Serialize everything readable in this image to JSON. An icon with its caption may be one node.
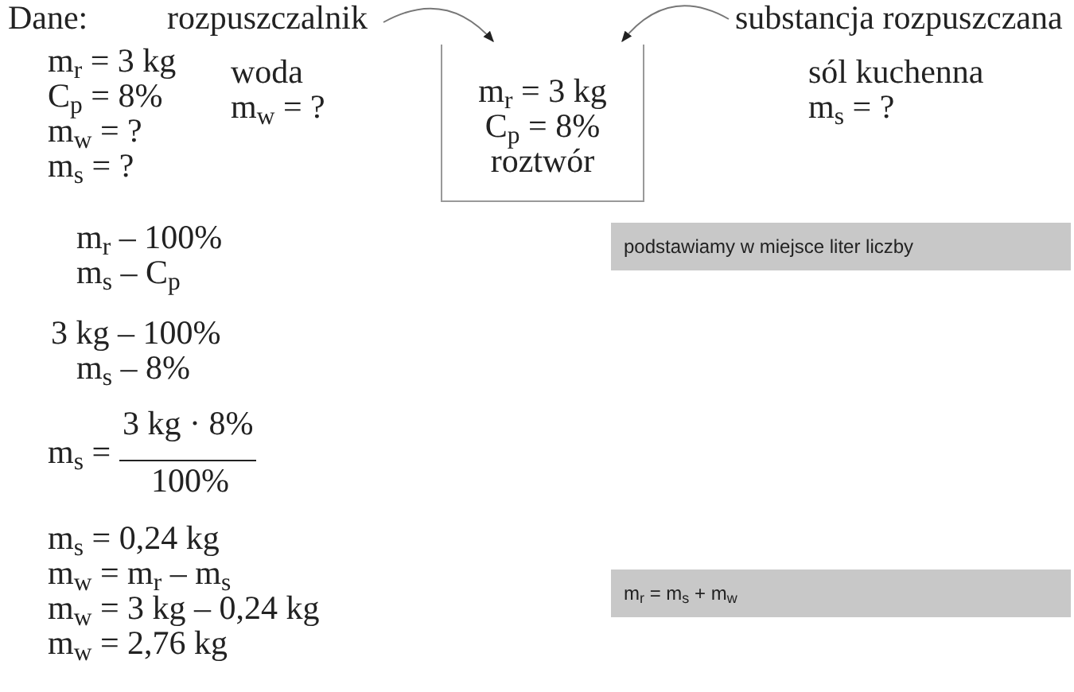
{
  "diagram": {
    "nodes": [
      {
        "text": [
          "rozpuszczalnik"
        ]
      },
      {
        "text": [
          "m$_{r}$ = 3 kg",
          "C$_{p}$ = 8%",
          "roztwór"
        ]
      },
      {
        "text": [
          "substancja rozpuszczana"
        ]
      },
      {
        "text": [
          "podstawiamy w miejsce liter liczby"
        ]
      },
      {
        "text": [
          "m$_{r}$ = m$_{s}$ + m$_{w}$"
        ]
      }
    ],
    "edges": [
      {
        "from": 0,
        "to": 1,
        "arrow": "to"
      },
      {
        "from": 2,
        "to": 1,
        "arrow": "to"
      }
    ],
    "labels": [
      "Dane:",
      "m$_{r}$ = 3 kg",
      "woda",
      "sól kuchenna",
      "C$_{p}$ = 8%",
      "m$_{w}$ = ?",
      "m$_{s}$ = ?",
      "m$_{w}$ = ?",
      "m$_{s}$ = ?",
      "m$_{r}$ – 100%",
      "m$_{s}$ – C$_{p}$",
      "3 kg – 100%",
      "m$_{s}$ – 8%",
      "3 kg · 8%",
      "m$_{s}$ =",
      "100%",
      "m$_{s}$ = 0,24 kg",
      "m$_{w}$ = m$_{r}$ – m$_{s}$",
      "m$_{w}$ = 3 kg – 0,24 kg",
      "m$_{w}$ = 2,76 kg"
    ]
  }
}
